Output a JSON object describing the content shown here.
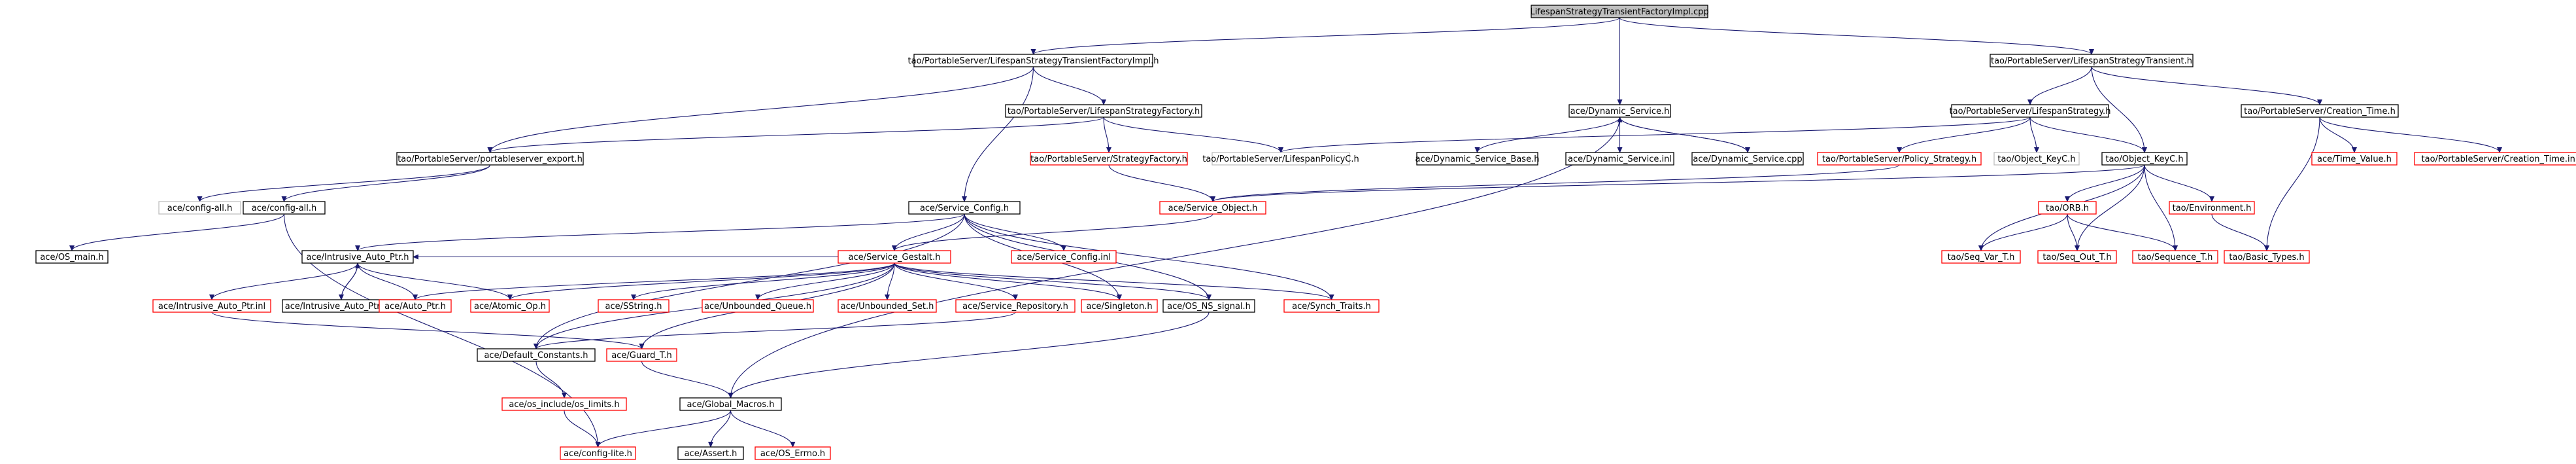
{
  "colors": {
    "root_fill": "#bfbfbf",
    "border_black": "#000000",
    "border_red": "#ff0000",
    "border_gray": "#bfbfbf",
    "edge": "#191970",
    "text": "#000000"
  },
  "nodes": [
    {
      "id": "root",
      "label": "LifespanStrategyTransientFactoryImpl.cpp",
      "style": "root"
    },
    {
      "id": "lstfi_h",
      "label": "tao/PortableServer/LifespanStrategyTransientFactoryImpl.h",
      "style": "black"
    },
    {
      "id": "dyn_svc_h",
      "label": "ace/Dynamic_Service.h",
      "style": "black"
    },
    {
      "id": "lst_h",
      "label": "tao/PortableServer/LifespanStrategyTransient.h",
      "style": "black"
    },
    {
      "id": "lsf_h",
      "label": "tao/PortableServer/LifespanStrategyFactory.h",
      "style": "black"
    },
    {
      "id": "ls_h",
      "label": "tao/PortableServer/LifespanStrategy.h",
      "style": "black"
    },
    {
      "id": "ct_h",
      "label": "tao/PortableServer/Creation_Time.h",
      "style": "black"
    },
    {
      "id": "pse_h",
      "label": "tao/PortableServer/portableserver_export.h",
      "style": "black"
    },
    {
      "id": "sf_h",
      "label": "tao/PortableServer/StrategyFactory.h",
      "style": "red"
    },
    {
      "id": "lspc_h",
      "label": "tao/PortableServer/LifespanPolicyC.h",
      "style": "gray"
    },
    {
      "id": "dsb_h",
      "label": "ace/Dynamic_Service_Base.h",
      "style": "black"
    },
    {
      "id": "ds_inl",
      "label": "ace/Dynamic_Service.inl",
      "style": "black"
    },
    {
      "id": "ds_cpp",
      "label": "ace/Dynamic_Service.cpp",
      "style": "black"
    },
    {
      "id": "ps_h",
      "label": "tao/PortableServer/Policy_Strategy.h",
      "style": "red"
    },
    {
      "id": "okc_h",
      "label": "tao/Object_KeyC.h",
      "style": "gray"
    },
    {
      "id": "tok_h",
      "label": "tao/Object_KeyC.h",
      "style": "black"
    },
    {
      "id": "tv_h",
      "label": "ace/Time_Value.h",
      "style": "red"
    },
    {
      "id": "ct_inl",
      "label": "tao/PortableServer/Creation_Time.inl",
      "style": "red"
    },
    {
      "id": "cfgall_gray",
      "label": "ace/config-all.h",
      "style": "gray"
    },
    {
      "id": "cfgall",
      "label": "ace/config-all.h",
      "style": "black"
    },
    {
      "id": "sc_h",
      "label": "ace/Service_Config.h",
      "style": "black"
    },
    {
      "id": "so_h",
      "label": "ace/Service_Object.h",
      "style": "red"
    },
    {
      "id": "orb_h",
      "label": "tao/ORB.h",
      "style": "red"
    },
    {
      "id": "env_h",
      "label": "tao/Environment.h",
      "style": "red"
    },
    {
      "id": "osmain",
      "label": "ace/OS_main.h",
      "style": "black"
    },
    {
      "id": "iap_h",
      "label": "ace/Intrusive_Auto_Ptr.h",
      "style": "black"
    },
    {
      "id": "sci_inl",
      "label": "ace/Service_Config.inl",
      "style": "red"
    },
    {
      "id": "sg_h",
      "label": "ace/Service_Gestalt.h",
      "style": "red"
    },
    {
      "id": "svt_h",
      "label": "tao/Seq_Var_T.h",
      "style": "red"
    },
    {
      "id": "sot_h",
      "label": "tao/Seq_Out_T.h",
      "style": "red"
    },
    {
      "id": "seqt_h",
      "label": "tao/Sequence_T.h",
      "style": "red"
    },
    {
      "id": "bt_h",
      "label": "tao/Basic_Types.h",
      "style": "red"
    },
    {
      "id": "iap_inl",
      "label": "ace/Intrusive_Auto_Ptr.inl",
      "style": "red"
    },
    {
      "id": "iap_cpp",
      "label": "ace/Intrusive_Auto_Ptr.cpp",
      "style": "black"
    },
    {
      "id": "ap_h",
      "label": "ace/Auto_Ptr.h",
      "style": "red"
    },
    {
      "id": "ao_h",
      "label": "ace/Atomic_Op.h",
      "style": "red"
    },
    {
      "id": "ss_h",
      "label": "ace/SString.h",
      "style": "red"
    },
    {
      "id": "uq_h",
      "label": "ace/Unbounded_Queue.h",
      "style": "red"
    },
    {
      "id": "us_h",
      "label": "ace/Unbounded_Set.h",
      "style": "red"
    },
    {
      "id": "sr_h",
      "label": "ace/Service_Repository.h",
      "style": "red"
    },
    {
      "id": "sing_h",
      "label": "ace/Singleton.h",
      "style": "red"
    },
    {
      "id": "osns_h",
      "label": "ace/OS_NS_signal.h",
      "style": "black"
    },
    {
      "id": "synch_h",
      "label": "ace/Synch_Traits.h",
      "style": "red"
    },
    {
      "id": "dc_h",
      "label": "ace/Default_Constants.h",
      "style": "black"
    },
    {
      "id": "gt_h",
      "label": "ace/Guard_T.h",
      "style": "red"
    },
    {
      "id": "osinc_h",
      "label": "ace/os_include/os_limits.h",
      "style": "red"
    },
    {
      "id": "gm_h",
      "label": "ace/Global_Macros.h",
      "style": "black"
    },
    {
      "id": "cfglite",
      "label": "ace/config-lite.h",
      "style": "red"
    },
    {
      "id": "assert_h",
      "label": "ace/Assert.h",
      "style": "black"
    },
    {
      "id": "oserr_h",
      "label": "ace/OS_Errno.h",
      "style": "red"
    }
  ],
  "edges": [
    [
      "root",
      "lstfi_h"
    ],
    [
      "root",
      "dyn_svc_h"
    ],
    [
      "root",
      "lst_h"
    ],
    [
      "lstfi_h",
      "lsf_h"
    ],
    [
      "lstfi_h",
      "pse_h"
    ],
    [
      "lstfi_h",
      "sc_h"
    ],
    [
      "lsf_h",
      "pse_h"
    ],
    [
      "lsf_h",
      "sf_h"
    ],
    [
      "lsf_h",
      "lspc_h"
    ],
    [
      "dyn_svc_h",
      "dsb_h"
    ],
    [
      "dyn_svc_h",
      "ds_inl"
    ],
    [
      "dyn_svc_h",
      "ds_cpp"
    ],
    [
      "ds_cpp",
      "dyn_svc_h"
    ],
    [
      "dyn_svc_h",
      "gm_h"
    ],
    [
      "lst_h",
      "ls_h"
    ],
    [
      "lst_h",
      "ct_h"
    ],
    [
      "lst_h",
      "tok_h"
    ],
    [
      "ls_h",
      "lspc_h"
    ],
    [
      "ls_h",
      "ps_h"
    ],
    [
      "ls_h",
      "okc_h"
    ],
    [
      "ls_h",
      "tok_h"
    ],
    [
      "ct_h",
      "tv_h"
    ],
    [
      "ct_h",
      "ct_inl"
    ],
    [
      "ct_h",
      "bt_h"
    ],
    [
      "pse_h",
      "cfgall_gray"
    ],
    [
      "pse_h",
      "cfgall"
    ],
    [
      "sf_h",
      "so_h"
    ],
    [
      "ps_h",
      "so_h"
    ],
    [
      "tok_h",
      "so_h"
    ],
    [
      "tok_h",
      "orb_h"
    ],
    [
      "tok_h",
      "env_h"
    ],
    [
      "tok_h",
      "svt_h"
    ],
    [
      "tok_h",
      "sot_h"
    ],
    [
      "tok_h",
      "seqt_h"
    ],
    [
      "orb_h",
      "svt_h"
    ],
    [
      "orb_h",
      "sot_h"
    ],
    [
      "orb_h",
      "seqt_h"
    ],
    [
      "env_h",
      "bt_h"
    ],
    [
      "cfgall",
      "osmain"
    ],
    [
      "cfgall",
      "cfglite"
    ],
    [
      "sc_h",
      "iap_h"
    ],
    [
      "sc_h",
      "sci_inl"
    ],
    [
      "sc_h",
      "sg_h"
    ],
    [
      "sc_h",
      "osns_h"
    ],
    [
      "sc_h",
      "synch_h"
    ],
    [
      "sc_h",
      "dc_h"
    ],
    [
      "sc_h",
      "sing_h"
    ],
    [
      "so_h",
      "sg_h"
    ],
    [
      "iap_h",
      "iap_inl"
    ],
    [
      "iap_h",
      "iap_cpp"
    ],
    [
      "iap_cpp",
      "iap_h"
    ],
    [
      "iap_h",
      "ap_h"
    ],
    [
      "iap_h",
      "ao_h"
    ],
    [
      "sg_h",
      "iap_h"
    ],
    [
      "sg_h",
      "ao_h"
    ],
    [
      "sg_h",
      "ss_h"
    ],
    [
      "sg_h",
      "uq_h"
    ],
    [
      "sg_h",
      "us_h"
    ],
    [
      "sg_h",
      "sr_h"
    ],
    [
      "sg_h",
      "sing_h"
    ],
    [
      "sg_h",
      "osns_h"
    ],
    [
      "sg_h",
      "synch_h"
    ],
    [
      "sg_h",
      "gt_h"
    ],
    [
      "sg_h",
      "ap_h"
    ],
    [
      "sg_h",
      "dc_h"
    ],
    [
      "iap_inl",
      "gt_h"
    ],
    [
      "sr_h",
      "dc_h"
    ],
    [
      "osns_h",
      "gm_h"
    ],
    [
      "dc_h",
      "osinc_h"
    ],
    [
      "gt_h",
      "gm_h"
    ],
    [
      "osinc_h",
      "cfglite"
    ],
    [
      "gm_h",
      "cfglite"
    ],
    [
      "gm_h",
      "assert_h"
    ],
    [
      "gm_h",
      "oserr_h"
    ]
  ]
}
